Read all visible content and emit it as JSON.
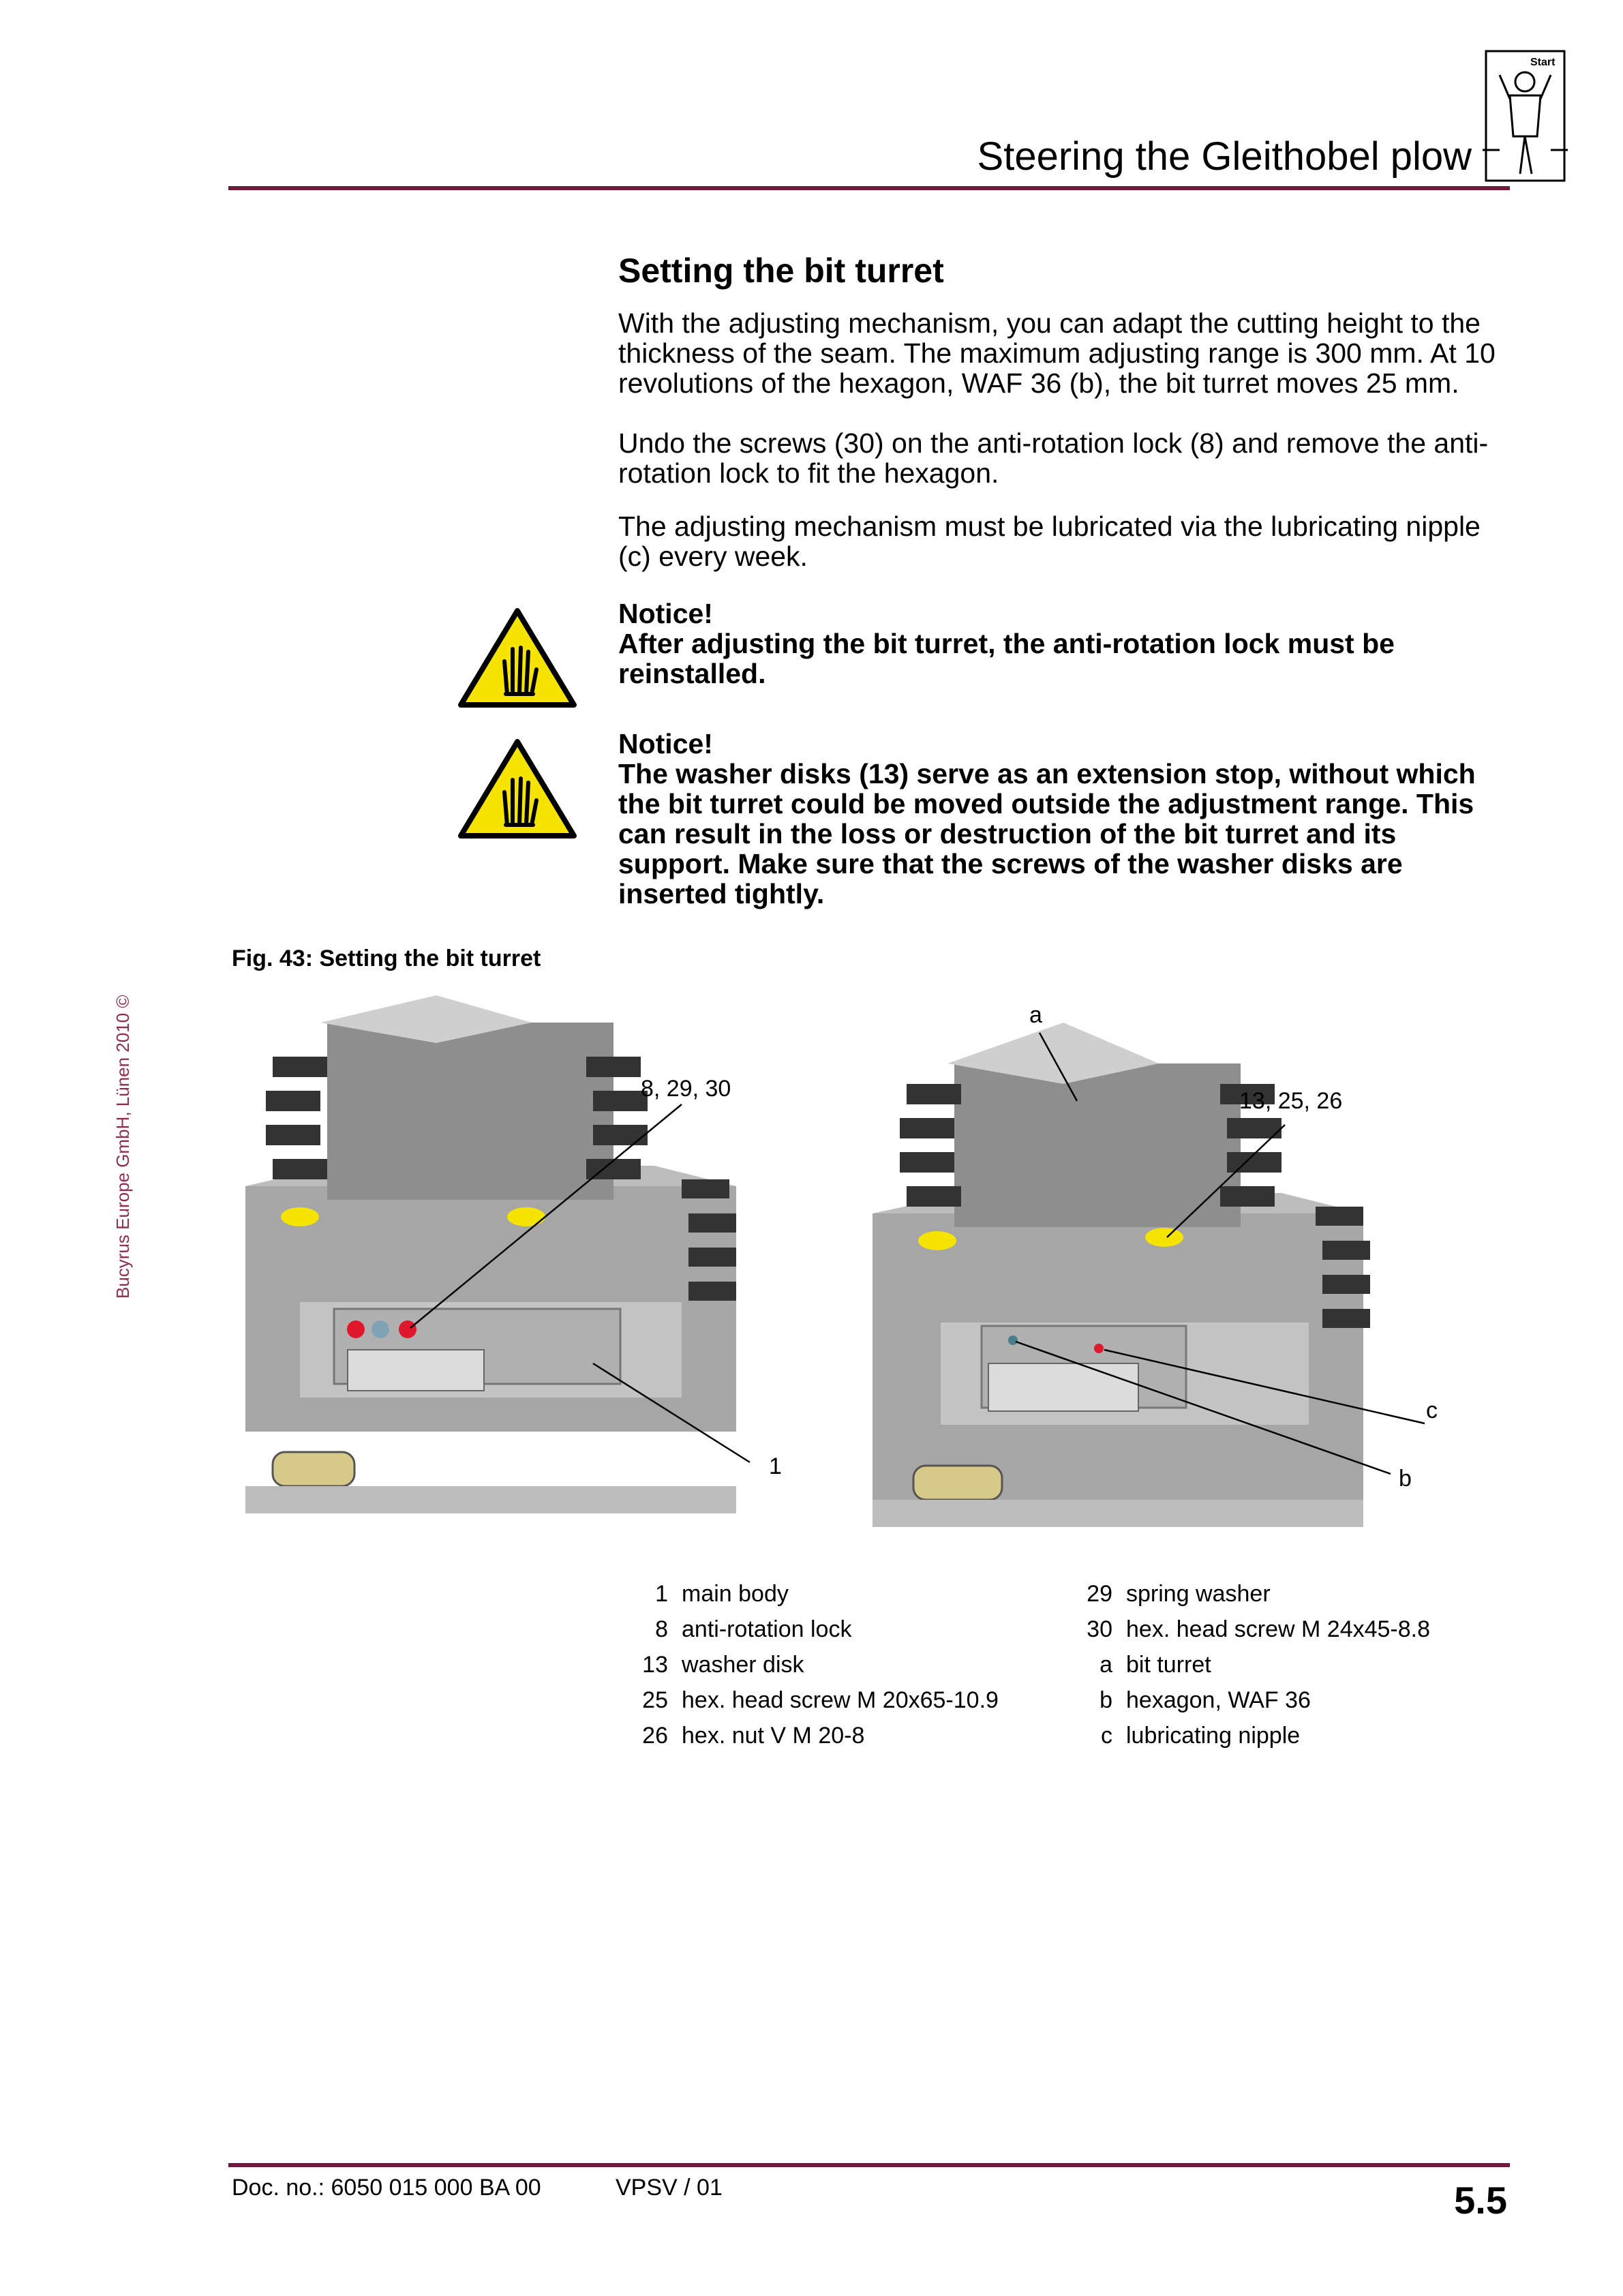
{
  "header": {
    "title": "Steering the Gleithobel plow",
    "start_icon_label": "Start"
  },
  "copyright": "Bucyrus Europe GmbH, Lünen 2010 ©",
  "section": {
    "title": "Setting the bit turret",
    "paragraph1": "With the adjusting mechanism, you can adapt the cutting height to the thickness of the seam. The maximum adjusting range is 300 mm. At 10 revolutions of the hexagon, WAF 36 (b), the bit turret moves 25 mm.",
    "paragraph2": "Undo the screws (30) on the anti-rotation lock (8) and remove the anti-rotation lock to fit the hexagon.",
    "paragraph3": "The adjusting mechanism must be lubricated via the lubricating nipple (c) every week."
  },
  "notices": [
    {
      "heading": "Notice!",
      "text": "After adjusting the bit turret, the anti-rotation lock must be reinstalled."
    },
    {
      "heading": "Notice!",
      "text": "The washer disks (13) serve as an extension stop, without which the bit turret could be moved outside the adjustment range. This can result in the loss or destruction of the bit turret and its support. Make sure that the screws of the washer disks are inserted tightly."
    }
  ],
  "figure": {
    "caption": "Fig. 43:  Setting the bit turret",
    "callouts": {
      "left_top": "8, 29, 30",
      "left_bottom": "1",
      "right_a": "a",
      "right_top": "13, 25, 26",
      "right_c": "c",
      "right_b": "b"
    }
  },
  "legend_left": [
    {
      "num": "1",
      "label": "main body"
    },
    {
      "num": "8",
      "label": "anti-rotation lock"
    },
    {
      "num": "13",
      "label": "washer disk"
    },
    {
      "num": "25",
      "label": "hex. head screw M 20x65-10.9"
    },
    {
      "num": "26",
      "label": "hex. nut V M 20-8"
    }
  ],
  "legend_right": [
    {
      "num": "29",
      "label": "spring washer"
    },
    {
      "num": "30",
      "label": "hex. head screw M 24x45-8.8"
    },
    {
      "num": "a",
      "label": "bit turret"
    },
    {
      "num": "b",
      "label": "hexagon, WAF 36"
    },
    {
      "num": "c",
      "label": "lubricating nipple"
    }
  ],
  "footer": {
    "doc_no": "Doc. no.: 6050 015 000 BA 00",
    "version": "VPSV / 01",
    "page": "5.5"
  },
  "colors": {
    "accent": "#6e1a3a",
    "warning_yellow": "#f5e400",
    "machine_gray": "#9a9a9a"
  }
}
